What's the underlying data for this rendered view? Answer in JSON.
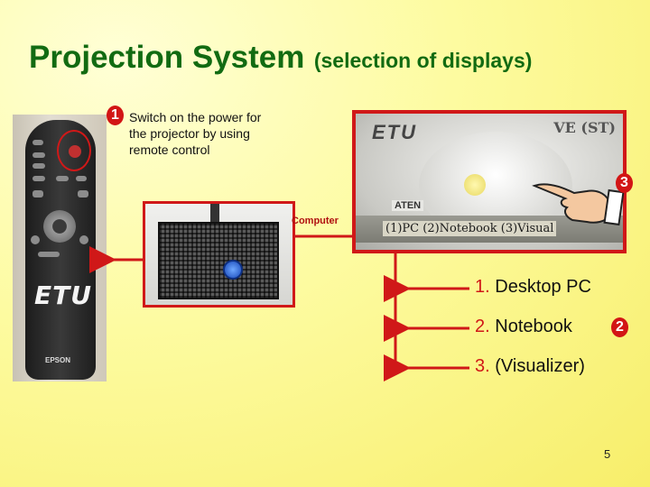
{
  "slide": {
    "title": "Projection System",
    "subtitle": "(selection of displays)",
    "page_number": "5"
  },
  "step1": {
    "badge": "1",
    "text": "Switch on the power for the projector by using remote control"
  },
  "step2": {
    "badge": "2"
  },
  "step3": {
    "badge": "3"
  },
  "remote_photo": {
    "mark": "ETU",
    "brand": "EPSON"
  },
  "switch_photo": {
    "logo": "ETU",
    "model": "VE (ST)",
    "brand_label": "ATEN",
    "port_labels": "(1)PC  (2)Notebook  (3)Visual"
  },
  "computer_label": "Computer",
  "options": [
    {
      "number": "1.",
      "label": "Desktop PC"
    },
    {
      "number": "2.",
      "label": "Notebook"
    },
    {
      "number": "3.",
      "label": "(Visualizer)"
    }
  ],
  "colors": {
    "title": "#126b12",
    "accent_red": "#d01818",
    "background_light": "#ffffd6",
    "background_dark": "#f7ee6a"
  }
}
